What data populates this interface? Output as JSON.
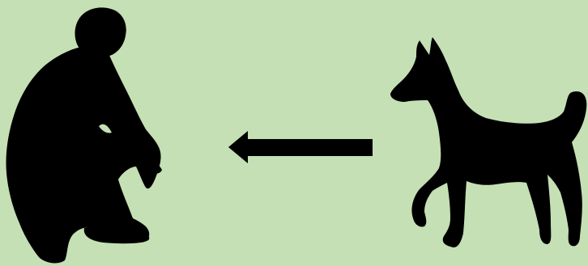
{
  "colors": {
    "background": "#c5e0b4",
    "silhouette": "#000000"
  },
  "figures": {
    "left": "person-crouching-silhouette",
    "middle": "arrow-pointing-left",
    "right": "dog-walking-silhouette"
  }
}
